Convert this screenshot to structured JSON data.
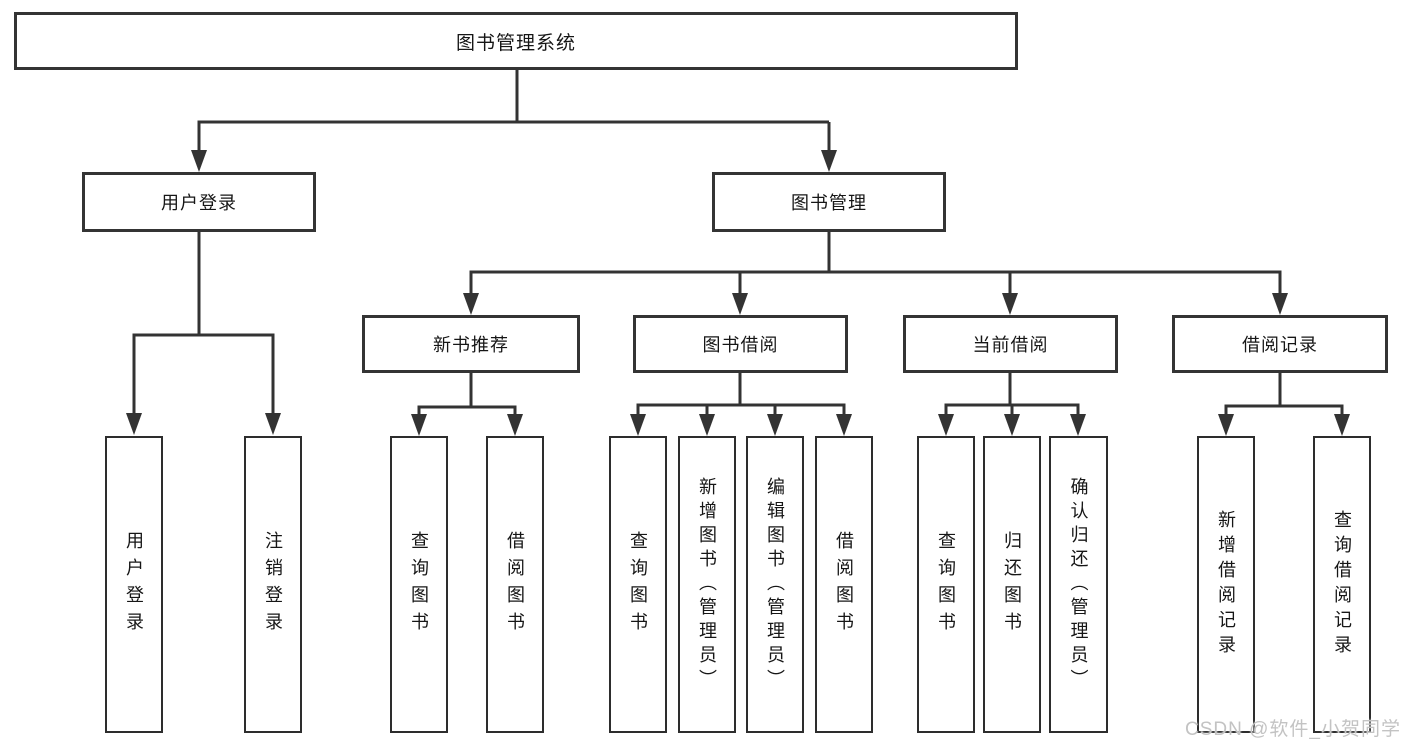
{
  "tree": {
    "root": "图书管理系统",
    "level2": [
      {
        "label": "用户登录",
        "children": [
          {
            "label": "用户登录"
          },
          {
            "label": "注销登录"
          }
        ]
      },
      {
        "label": "图书管理",
        "children": [
          {
            "label": "新书推荐",
            "children": [
              {
                "label": "查询图书"
              },
              {
                "label": "借阅图书"
              }
            ]
          },
          {
            "label": "图书借阅",
            "children": [
              {
                "label": "查询图书"
              },
              {
                "label": "新增图书（管理员）"
              },
              {
                "label": "编辑图书（管理员）"
              },
              {
                "label": "借阅图书"
              }
            ]
          },
          {
            "label": "当前借阅",
            "children": [
              {
                "label": "查询图书"
              },
              {
                "label": "归还图书"
              },
              {
                "label": "确认归还（管理员）"
              }
            ]
          },
          {
            "label": "借阅记录",
            "children": [
              {
                "label": "新增借阅记录"
              },
              {
                "label": "查询借阅记录"
              }
            ]
          }
        ]
      }
    ]
  },
  "watermark": {
    "text": "CSDN @软件_小贺同学"
  },
  "colors": {
    "line": "#333333",
    "box_border": "#343434",
    "text": "#161616",
    "watermark": "#c3c3c3",
    "background": "#ffffff"
  }
}
